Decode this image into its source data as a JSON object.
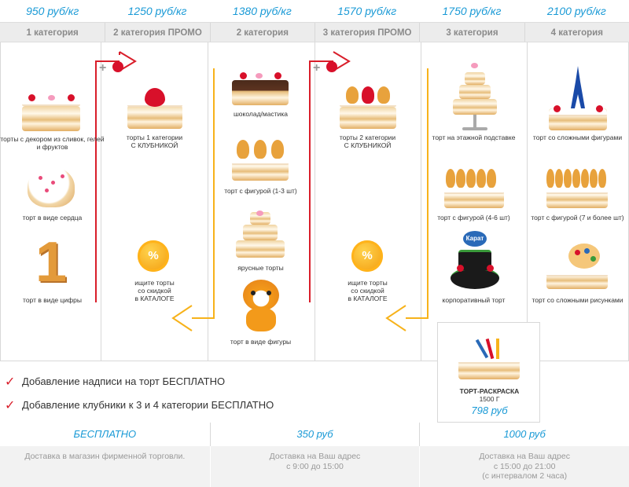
{
  "prices": [
    "950 руб/кг",
    "1250 руб/кг",
    "1380 руб/кг",
    "1570 руб/кг",
    "1750 руб/кг",
    "2100 руб/кг"
  ],
  "categories": [
    "1 категория",
    "2 категория ПРОМО",
    "2 категория",
    "3 категория ПРОМО",
    "3 категория",
    "4 категория"
  ],
  "col1": {
    "item1": "торты с декором из сливок, гелей и фруктов",
    "item2": "торт в виде сердца",
    "item3": "торт в виде цифры",
    "digit": "1"
  },
  "col2": {
    "item1_l1": "торты 1 категории",
    "item1_l2": "С КЛУБНИКОЙ",
    "link_l1": "ищите торты",
    "link_l2": "со скидкой",
    "link_l3": "в КАТАЛОГЕ",
    "badge": "%"
  },
  "col3": {
    "item1": "шоколад/мастика",
    "item2": "торт с фигурой (1-3 шт)",
    "item3": "ярусные торты",
    "item4": "торт в виде фигуры"
  },
  "col4": {
    "item1_l1": "торты 2 категории",
    "item1_l2": "С КЛУБНИКОЙ",
    "link_l1": "ищите торты",
    "link_l2": "со скидкой",
    "link_l3": "в КАТАЛОГЕ",
    "badge": "%"
  },
  "col5": {
    "item1": "торт на этажной подставке",
    "item2": "торт с фигурой (4-6 шт)",
    "item3": "корпоративный торт",
    "logo": "Карат"
  },
  "col6": {
    "item1": "торт со сложными фигурами",
    "item2": "торт с фигурой (7 и более шт)",
    "item3": "торт со сложными рисунками"
  },
  "promo": {
    "title": "ТОРТ-РАСКРАСКА",
    "weight": "1500 Г",
    "price": "798 руб"
  },
  "notes": [
    "Добавление надписи на торт БЕСПЛАТНО",
    "Добавление клубники к 3 и 4 категории БЕСПЛАТНО"
  ],
  "check_mark": "✓",
  "plus": "+",
  "delivery": [
    {
      "price": "БЕСПЛАТНО",
      "line1": "Доставка в магазин фирменной торговли.",
      "line2": "",
      "line3": ""
    },
    {
      "price": "350 руб",
      "line1": "Доставка на Ваш адрес",
      "line2": "с 9:00 до 15:00",
      "line3": ""
    },
    {
      "price": "1000 руб",
      "line1": "Доставка на Ваш адрес",
      "line2": "с 15:00 до 21:00",
      "line3": "(с интервалом 2 часа)"
    }
  ],
  "colors": {
    "accent": "#1a9ad6",
    "red": "#d91e2a",
    "orange": "#f7b21a"
  }
}
